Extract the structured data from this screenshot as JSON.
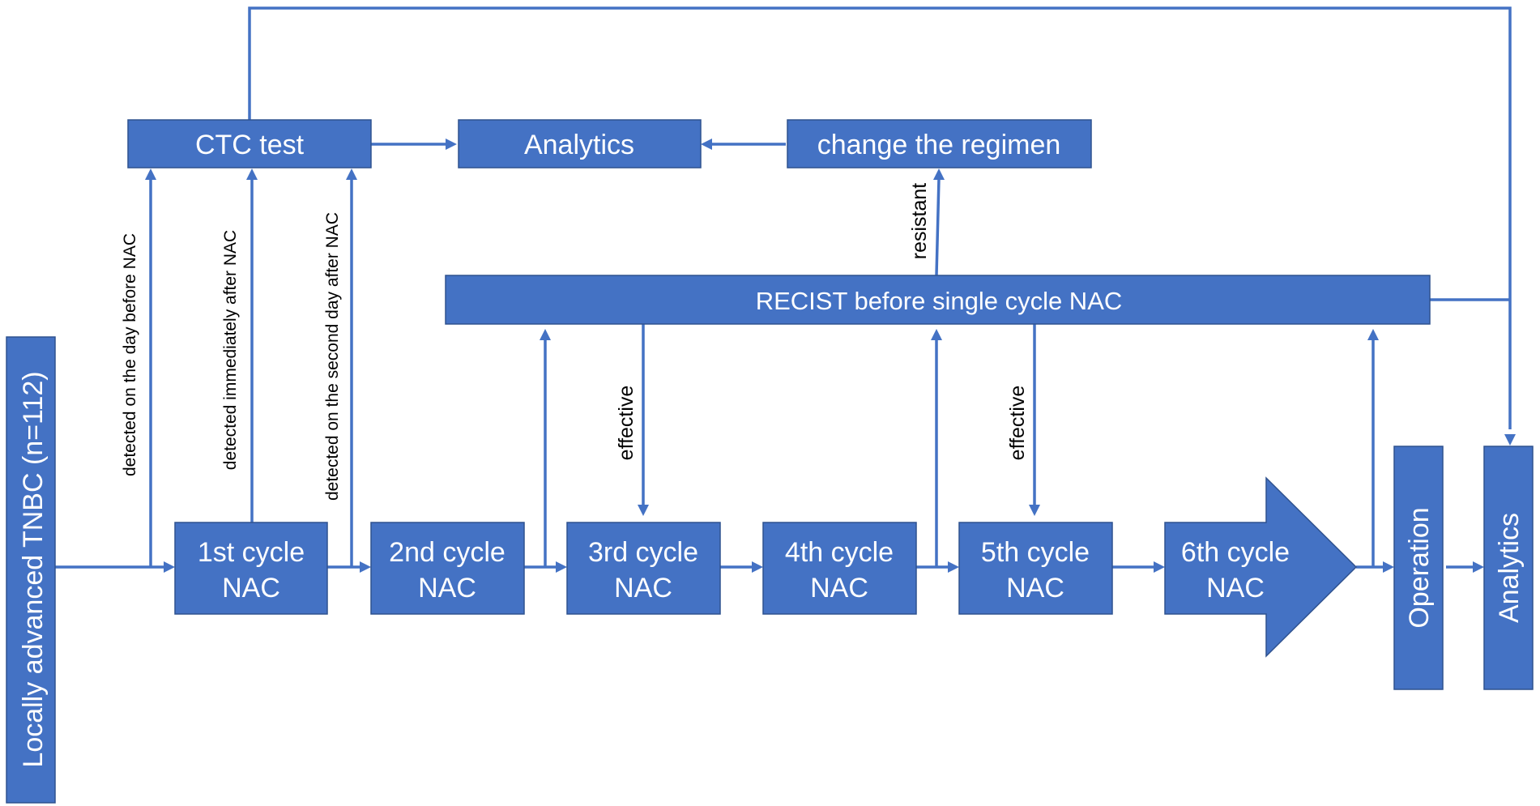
{
  "nodes": {
    "start": "Locally advanced TNBC (n=112)",
    "ctc_test": "CTC test",
    "analytics_top": "Analytics",
    "change_regimen": "change the regimen",
    "recist": "RECIST before single cycle NAC",
    "cycle1": [
      "1st cycle",
      "NAC"
    ],
    "cycle2": [
      "2nd cycle",
      "NAC"
    ],
    "cycle3": [
      "3rd cycle",
      "NAC"
    ],
    "cycle4": [
      "4th cycle",
      "NAC"
    ],
    "cycle5": [
      "5th cycle",
      "NAC"
    ],
    "cycle6": [
      "6th cycle",
      "NAC"
    ],
    "operation": "Operation",
    "analytics_right": "Analytics"
  },
  "edge_labels": {
    "before": "detected on the day before NAC",
    "immediately": "detected immediately after NAC",
    "second_day": "detected on the second day after NAC",
    "resistant": "resistant",
    "effective_1": "effective",
    "effective_2": "effective"
  },
  "colors": {
    "box_fill": "#4472c4",
    "box_border": "#2f528f",
    "text_on_box": "#ffffff"
  }
}
